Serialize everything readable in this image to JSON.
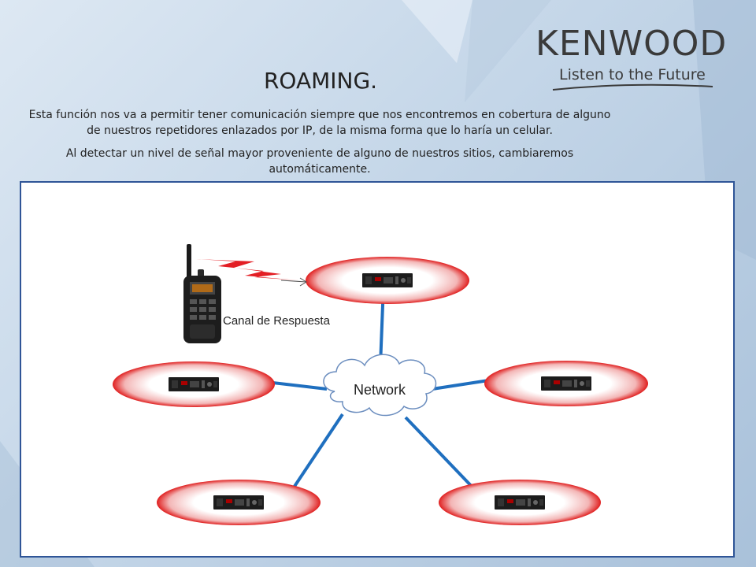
{
  "brand": {
    "name": "KENWOOD",
    "tagline": "Listen to the Future"
  },
  "title": "ROAMING.",
  "paragraphs": [
    "Esta función nos va a permitir tener comunicación siempre que nos encontremos en cobertura de alguno de nuestros repetidores enlazados por IP, de la misma forma que lo haría un celular.",
    "Al detectar un nivel de señal mayor proveniente de alguno de nuestros sitios, cambiaremos automáticamente."
  ],
  "diagram": {
    "network_label": "Network",
    "channel_label": "Canal de Respuesta",
    "repeaters": [
      "top",
      "left",
      "right",
      "bottom-left",
      "bottom-right"
    ],
    "icons": [
      "radio-icon",
      "lightning-icon",
      "network-cloud-icon",
      "repeater-icon"
    ],
    "colors": {
      "coverage": "#e02020",
      "link": "#1f6fbf",
      "panel_border": "#2f5597",
      "logo_accent": "#e31e24"
    }
  }
}
